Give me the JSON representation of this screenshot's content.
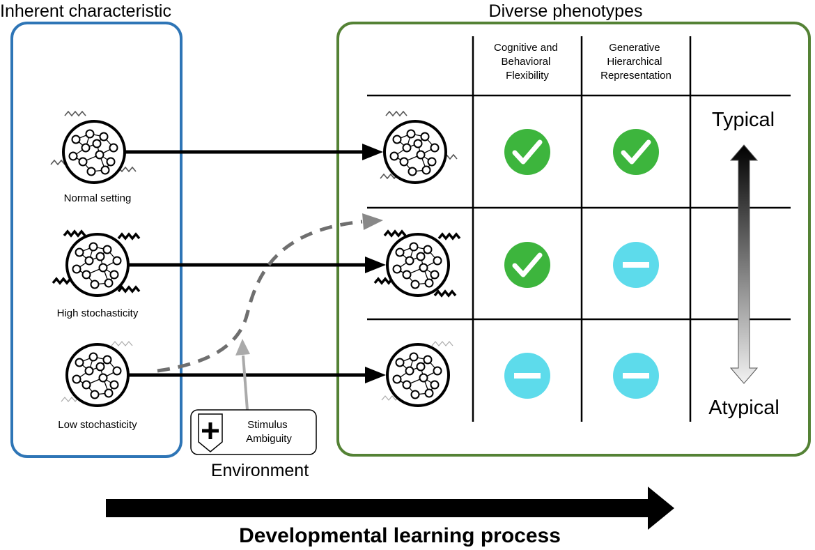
{
  "left_panel": {
    "title": "Inherent characteristic",
    "border_color": "#2e75b6",
    "settings": [
      {
        "label": "Normal setting",
        "noise": "normal"
      },
      {
        "label": "High stochasticity",
        "noise": "high"
      },
      {
        "label": "Low stochasticity",
        "noise": "low"
      }
    ]
  },
  "right_panel": {
    "title": "Diverse phenotypes",
    "border_color": "#548235",
    "columns": [
      [
        "Cognitive and",
        "Behavioral",
        "Flexibility"
      ],
      [
        "Generative",
        "Hierarchical",
        "Representation"
      ]
    ],
    "rows": [
      {
        "noise": "normal",
        "cells": [
          "check",
          "check"
        ]
      },
      {
        "noise": "high",
        "cells": [
          "check",
          "minus"
        ]
      },
      {
        "noise": "low",
        "cells": [
          "minus",
          "minus"
        ]
      }
    ],
    "scale_top": "Typical",
    "scale_bottom": "Atypical",
    "check_color": "#3db53d",
    "minus_color": "#5ddbeb"
  },
  "environment": {
    "label": "Environment",
    "box_text": [
      "Stimulus",
      "Ambiguity"
    ],
    "icon": "plus-shield-icon"
  },
  "bottom": {
    "label": "Developmental learning process"
  }
}
